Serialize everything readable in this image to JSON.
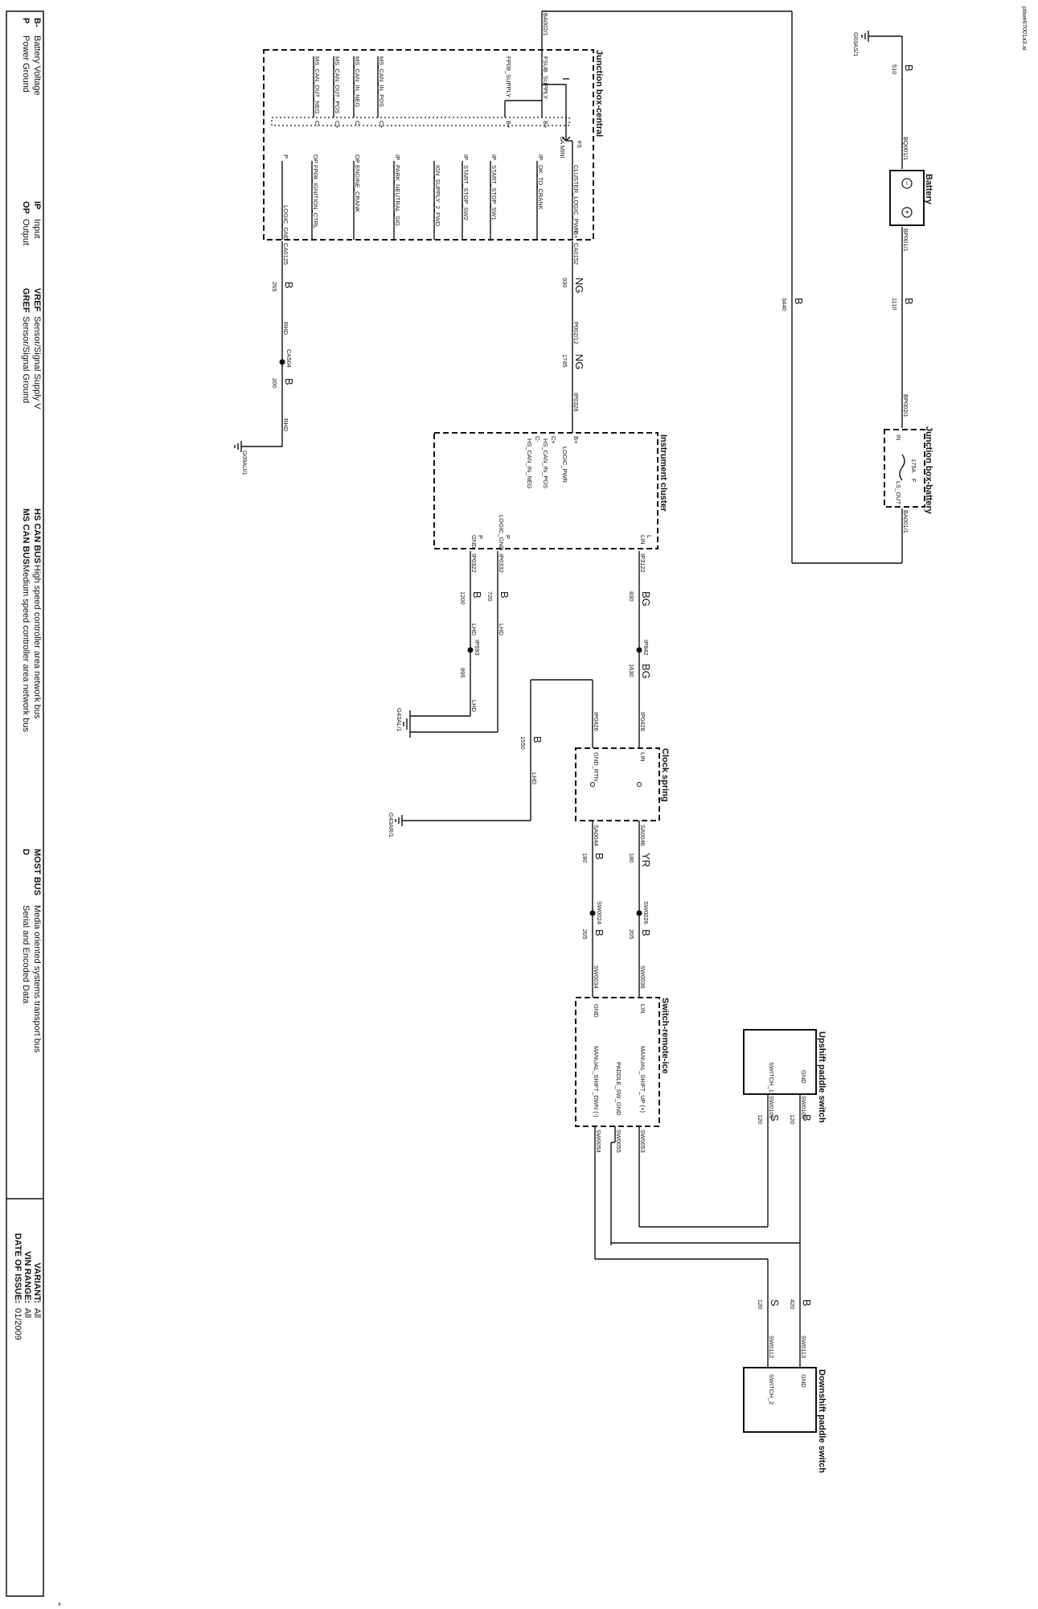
{
  "document": {
    "id": "ptlwe67001a3.ai"
  },
  "components": {
    "battery": "Battery",
    "jb_battery": "Junction box-battery",
    "jb_central": "Junction box-central",
    "instrument_cluster": "Instrument cluster",
    "clock_spring": "Clock spring",
    "switch_remote_ice": "Switch-remote-ice",
    "upshift": "Upshift paddle switch",
    "downshift": "Downshift paddle switch"
  },
  "battery": {
    "plus": "+",
    "minus": "−"
  },
  "jb_battery_pins": {
    "in": "IN",
    "fuse": "F",
    "rating": "175A",
    "out": "LS_OUT"
  },
  "jb_central_pins": {
    "a": "FSUB_SUPPLY",
    "b": "FP08_SUPPLY",
    "c": "MS_CAN_IN_POS",
    "d": "MS_CAN_IN_NEG",
    "e": "MS_CAN_OUT_POS",
    "f": "MS_CAN_OUT_NEG",
    "g": "OK_TO_CRANK",
    "h": "START_STOP_SW1",
    "i": "START_STOP_SW2",
    "j": "IGN_SUPPLY_2_FWD",
    "k": "PARK_NEUTRAL_SIG",
    "l": "ENGINE_CRANK",
    "m": "FP08_IGNITION_CTRL",
    "n": "LOGIC_GND",
    "o": "CLUSTER_LOGIC_PWR",
    "fuse": "F5",
    "fuse_rating": "5A MINI"
  },
  "jb_central_markers": {
    "b1": "B+",
    "b2": "B+",
    "c1": "C+",
    "c2": "C-",
    "c3": "C+",
    "c4": "C-",
    "ip1": "IP",
    "ip2": "IP",
    "ip3": "IP",
    "ip4": "IP",
    "op1": "OP",
    "op2": "OP",
    "p": "P",
    "bp": "B+"
  },
  "cluster_pins": {
    "a": "LOGIC_PWR",
    "b": "HS_CAN_IN_POS",
    "c": "HS_CAN_IN_NEG",
    "d": "LIN",
    "e": "LOGIC_GND",
    "f": "GND",
    "m1": "B+",
    "m2": "C+",
    "m3": "C-",
    "m4": "L",
    "m5": "P",
    "m6": "P"
  },
  "clock_pins": {
    "a": "LIN",
    "b": "GND_RTN"
  },
  "ice_pins": {
    "a": "LIN",
    "b": "GND",
    "c": "MANUAL_SHIFT_UP (+)",
    "d": "PADDLE_SW_GND",
    "e": "MANUAL_SHIFT_DWN (-)"
  },
  "paddle_pins": {
    "gnd": "GND",
    "sw1": "SWITCH_1",
    "sw2": "SWITCH_2"
  },
  "connectors": {
    "g03as1": "G03AS/1",
    "bq001": "BQ001/1",
    "bp001": "BP001/1",
    "bp002": "BP002/1",
    "ba001": "BA001/1",
    "ba002": "BA002/1",
    "ca0152": "CA0152",
    "ca0125": "CA0125",
    "p002": "P002/12",
    "ca504": "CA504",
    "g09au1": "G09AU/1",
    "ip0326": "IP0326",
    "ip0322": "IP0322",
    "ip0332": "IP0332",
    "ip3122": "IP3122",
    "ip842": "IP842",
    "ip593": "IP593",
    "g43al1": "G43AL/1",
    "ip0428": "IP0428",
    "ip0426": "IP0426",
    "g43ar1": "G43AR/1",
    "sa0046": "SA0046",
    "sa0044": "SA0044",
    "sw0026": "SW0026",
    "sw0024": "SW0024",
    "sw0036": "SW0036",
    "sw0034": "SW0034",
    "sw0053": "SW0053",
    "sw0055": "SW0055",
    "sw0054": "SW0054",
    "sw0103": "SW0103",
    "sw0102": "SW0102",
    "sw0113": "SW0113",
    "sw0112": "SW0112"
  },
  "wires": {
    "w510": {
      "c": "B",
      "s": "510"
    },
    "w1110": {
      "c": "B",
      "s": "1110"
    },
    "w3440": {
      "c": "B",
      "s": "3440"
    },
    "w930": {
      "c": "NG",
      "s": "930"
    },
    "w1745": {
      "c": "NG",
      "s": "1745"
    },
    "w265": {
      "c": "B",
      "s": "265"
    },
    "w265r": {
      "c": "",
      "s": "RHD"
    },
    "w200": {
      "c": "B",
      "s": "200"
    },
    "w200r": {
      "c": "",
      "s": "RHD"
    },
    "w830": {
      "c": "BG",
      "s": "830"
    },
    "w1630": {
      "c": "BG",
      "s": "1630"
    },
    "w1200": {
      "c": "B",
      "s": "1200"
    },
    "w1200l": {
      "c": "",
      "s": "LHD"
    },
    "w720": {
      "c": "B",
      "s": "720"
    },
    "w720l": {
      "c": "",
      "s": "LHD"
    },
    "w895": {
      "c": "",
      "s": "895"
    },
    "w895l": {
      "c": "",
      "s": "LHD"
    },
    "w1550": {
      "c": "B",
      "s": "1550"
    },
    "w1550l": {
      "c": "",
      "s": "LHD"
    },
    "w180a": {
      "c": "YR",
      "s": "180"
    },
    "w180b": {
      "c": "B",
      "s": "180"
    },
    "w205a": {
      "c": "B",
      "s": "205"
    },
    "w205b": {
      "c": "B",
      "s": "205"
    },
    "w120a": {
      "c": "B",
      "s": "120"
    },
    "w120b": {
      "c": "S",
      "s": "120"
    },
    "w420": {
      "c": "B",
      "s": "420"
    },
    "w120c": {
      "c": "S",
      "s": "120"
    }
  },
  "legend": {
    "items": [
      {
        "k": "B-",
        "v": "Battery Voltage"
      },
      {
        "k": "P",
        "v": "Power Ground"
      },
      {
        "k": "IP",
        "v": "Input"
      },
      {
        "k": "OP",
        "v": "Output"
      },
      {
        "k": "VREF",
        "v": "Sensor/Signal Supply V"
      },
      {
        "k": "GREF",
        "v": "Sensor/Signal Ground"
      },
      {
        "k": "HS CAN BUS",
        "v": "High speed controller area network bus"
      },
      {
        "k": "MS CAN BUS",
        "v": "Medium speed controller area network bus"
      },
      {
        "k": "MOST BUS",
        "v": "Media oriented systems transport bus"
      },
      {
        "k": "D",
        "v": "Serial and Encoded Data"
      }
    ],
    "variant_label": "VARIANT:",
    "variant_value": "All",
    "vin_label": "VIN RANGE:",
    "vin_value": "All",
    "date_label": "DATE OF ISSUE:",
    "date_value": "01/2009"
  },
  "footer_mark": "x"
}
